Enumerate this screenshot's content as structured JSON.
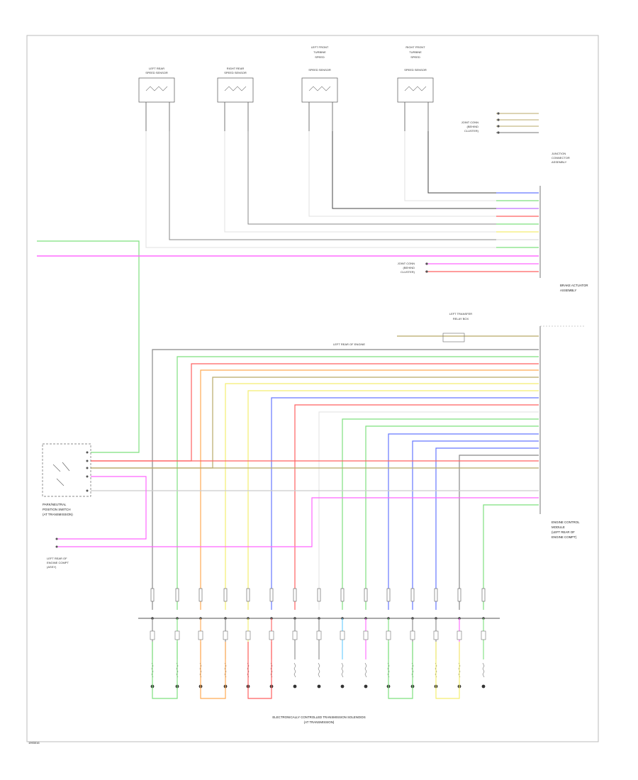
{
  "sensors": [
    {
      "id": "s1",
      "label_lines": [
        "LEFT REAR",
        "SPEED SENSOR"
      ]
    },
    {
      "id": "s2",
      "label_lines": [
        "RIGHT REAR",
        "SPEED SENSOR"
      ]
    },
    {
      "id": "s3",
      "label_lines": [
        "LEFT FRONT",
        "TURBINE",
        "SPEED",
        "SPEED SENSOR"
      ]
    },
    {
      "id": "s4",
      "label_lines": [
        "RIGHT FRONT",
        "TURBINE",
        "SPEED",
        "SPEED SENSOR"
      ]
    }
  ],
  "modules": {
    "bcm": {
      "label_lines": [
        "BRAKE ACTUATOR",
        "ASSEMBLY"
      ]
    },
    "ecm": {
      "label_lines": [
        "ENGINE CONTROL",
        "MODULE",
        "(LEFT REAR OF",
        "ENGINE COMPT)"
      ]
    },
    "park_neutral": {
      "label_lines": [
        "PARK/NEUTRAL",
        "POSITION SWITCH",
        "(AT TRANSMISSION)"
      ]
    },
    "left_relay": {
      "label_lines": [
        "LEFT TRANSFER",
        "RELAY BOX"
      ]
    },
    "solenoid_group": {
      "label_lines": [
        "ELECTRONICALLY CONTROLLED TRANSMISSION SOLENOIDS",
        "(AT TRANSMISSION)"
      ]
    },
    "junction": {
      "label_lines": [
        "JUNCTION",
        "CONNECTOR",
        "ASSEMBLY"
      ]
    }
  },
  "annotations": {
    "top_right_group": [
      "JOINT CONN",
      "(BEHIND",
      "CLUSTER)"
    ],
    "mid_label": "LEFT REAR OF ENGINE",
    "brake_joint": [
      "JOINT CONN",
      "(BEHIND",
      "CLUSTER)"
    ],
    "relay_box_label": [
      "LEFT REAR OF",
      "ENGINE COMPT",
      "(ASSY)"
    ]
  },
  "footer": "1993016",
  "colors": {
    "green": "#7ee07e",
    "pink": "#ff66ff",
    "red": "#ff6060",
    "orange": "#ffaa55",
    "yellow": "#f3ee70",
    "blue": "#6677ff",
    "violet": "#c070ff",
    "gray": "#888888",
    "dark": "#444444",
    "olive": "#b8a968",
    "light": "#dddddd"
  }
}
